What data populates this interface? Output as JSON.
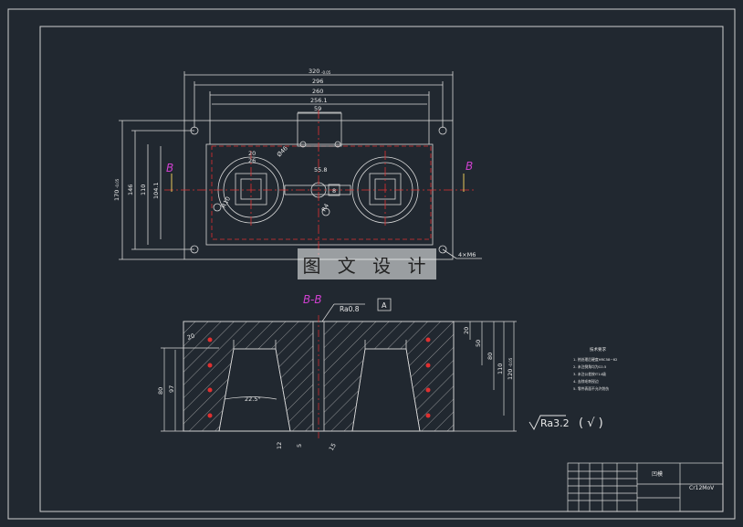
{
  "drawing": {
    "section_label": "B-B",
    "section_marker_left": "B",
    "section_marker_right": "B",
    "datum": "A",
    "roughness_top": "Ra0.8",
    "roughness_general": "Ra3.2",
    "roughness_general_suffix": "( √ )",
    "watermark": "图 文 设 计",
    "material": "Cr12MoV",
    "title_block_name": "凹模",
    "notes_title": "技术要求",
    "notes": [
      "1. 热处理后硬度HRC58~62",
      "2. 未注倒角均为C0.5",
      "3. 未注公差按IT14级",
      "4. 去除毛刺锐边",
      "5. 零件表面不允许划伤"
    ],
    "plan_dims": {
      "overall_width": "320",
      "overall_width_tol": "-0.05",
      "d296": "296",
      "d260": "260",
      "d256": "256.1",
      "d59": "59",
      "overall_height": "170",
      "overall_height_tol": "-0.05",
      "d146": "146",
      "d110": "110",
      "d104": "104.1",
      "d20": "20",
      "d26": "26",
      "d46": "Ø46",
      "d55": "55.8",
      "d8": "8",
      "d4": "R4",
      "holes": "4×M6",
      "r10": "R10"
    },
    "section_dims": {
      "left_20": "20",
      "height_80": "80",
      "height_97": "97",
      "angle": "22.5°",
      "bottom_12": "12",
      "bottom_5": "5",
      "bottom_15": "15",
      "right_20": "20",
      "right_50": "50",
      "right_80": "80",
      "right_110": "110",
      "right_120": "120",
      "right_120_tol": "-0.05"
    }
  }
}
